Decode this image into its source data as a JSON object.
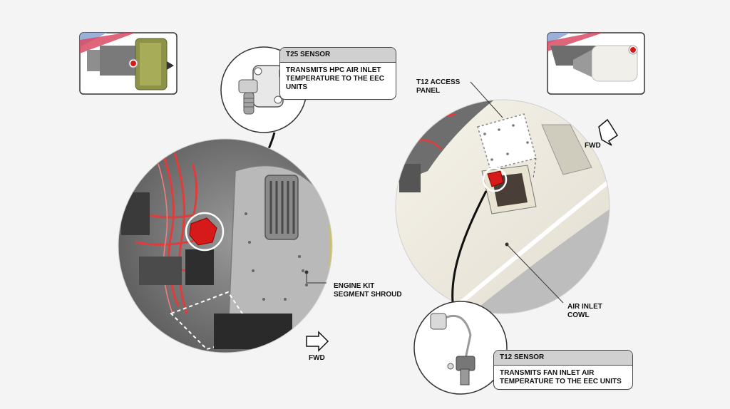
{
  "t25_sensor": {
    "title": "T25 SENSOR",
    "description": "TRANSMITS HPC AIR INLET TEMPERATURE TO THE EEC UNITS"
  },
  "t12_sensor": {
    "title": "T12 SENSOR",
    "description": "TRANSMITS FAN INLET AIR TEMPERATURE TO THE EEC UNITS"
  },
  "labels": {
    "t12_access_panel": "T12 ACCESS PANEL",
    "engine_kit_segment_shroud": "ENGINE KIT SEGMENT SHROUD",
    "air_inlet_cowl": "AIR INLET COWL",
    "fwd_left": "FWD",
    "fwd_right": "FWD"
  },
  "colors": {
    "sensor_highlight": "#d61a1a",
    "wire_red": "#e23b3b",
    "callout_header": "#d0d0d0",
    "shroud_edge": "#c8c36a"
  },
  "icons": {
    "fwd_arrow": "outline-arrow-icon",
    "locator_dot": "red-dot-icon"
  }
}
